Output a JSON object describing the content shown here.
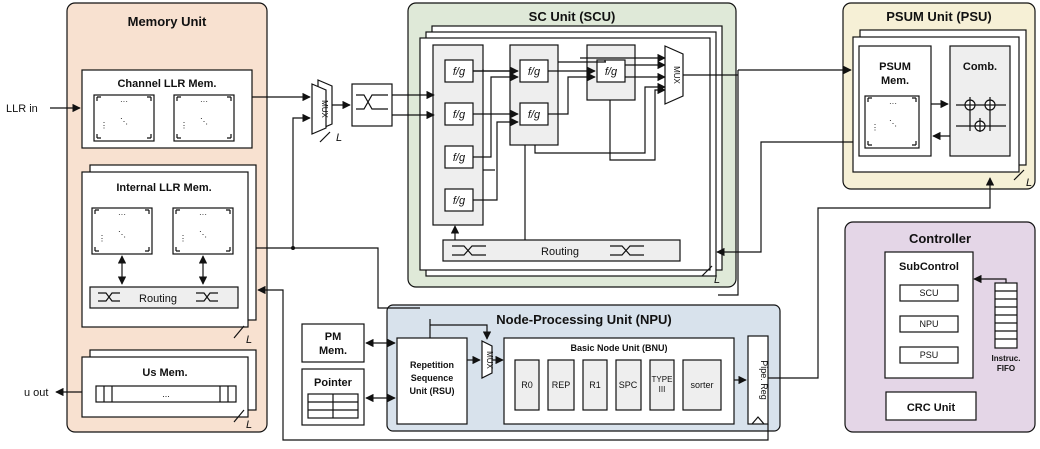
{
  "memory_unit": {
    "title": "Memory Unit",
    "channel_llr": "Channel LLR Mem.",
    "internal_llr": "Internal LLR Mem.",
    "routing": "Routing",
    "us_mem": "Us Mem.",
    "dots": "..."
  },
  "io": {
    "llr_in": "LLR in",
    "u_out": "u out"
  },
  "mux": {
    "label": "MUX"
  },
  "scu": {
    "title": "SC Unit (SCU)",
    "fg": "f/g",
    "routing": "Routing",
    "mux": "MUX"
  },
  "psu": {
    "title": "PSUM Unit (PSU)",
    "psum_mem_1": "PSUM",
    "psum_mem_2": "Mem.",
    "comb": "Comb."
  },
  "controller": {
    "title": "Controller",
    "subcontrol": "SubControl",
    "items": [
      "SCU",
      "NPU",
      "PSU"
    ],
    "fifo_1": "Instruc.",
    "fifo_2": "FIFO",
    "crc": "CRC Unit"
  },
  "npu": {
    "title": "Node-Processing Unit (NPU)",
    "rsu": [
      "Repetition",
      "Sequence",
      "Unit (RSU)"
    ],
    "bnu_title": "Basic Node Unit (BNU)",
    "bnu_items": [
      "R0",
      "REP",
      "R1",
      "SPC"
    ],
    "type3": [
      "TYPE",
      "III"
    ],
    "sorter": "sorter",
    "pipe_reg": "Pipe. Reg",
    "mux": "MUX"
  },
  "pm_mem": [
    "PM",
    "Mem."
  ],
  "pointer": "Pointer",
  "bus_width": "L",
  "colors": {
    "memory_bg": "#f8e1d0",
    "scu_bg": "#dfe9d8",
    "psu_bg": "#f6f0d6",
    "controller_bg": "#e4d6e7",
    "npu_bg": "#d8e2ec",
    "gray_block": "#eeeeee"
  }
}
